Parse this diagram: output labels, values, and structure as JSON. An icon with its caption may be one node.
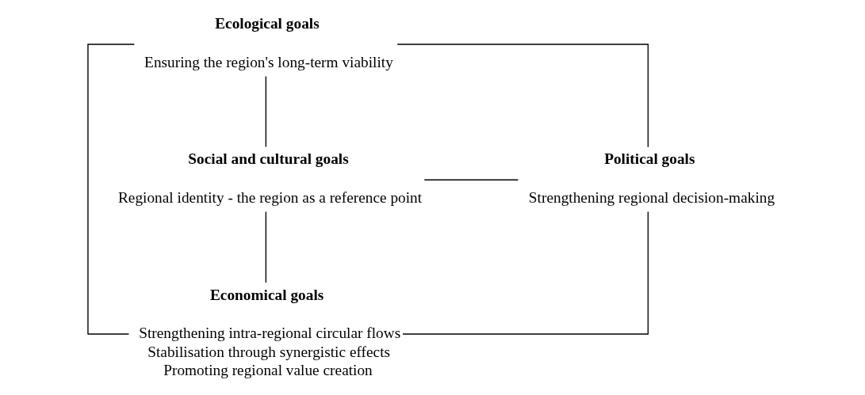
{
  "diagram": {
    "nodes": [
      {
        "text": [
          "Ecological goals",
          "Ensuring the region's long-term viability"
        ]
      },
      {
        "text": [
          "Social and cultural goals",
          "Regional identity - the region as a reference point"
        ]
      },
      {
        "text": [
          "Political goals",
          "Strengthening regional decision-making"
        ]
      },
      {
        "text": [
          "Economical goals",
          "Strengthening intra-regional circular flows",
          "Stabilisation through synergistic effects",
          "Promoting regional value creation"
        ]
      }
    ],
    "edges": [
      {
        "from": 1,
        "to": 0,
        "arrow": "none"
      },
      {
        "from": 0,
        "to": 2,
        "arrow": "none"
      },
      {
        "from": 2,
        "to": 3,
        "arrow": "none"
      },
      {
        "from": 3,
        "to": 1,
        "arrow": "none"
      },
      {
        "from": 0,
        "to": 3,
        "arrow": "none"
      },
      {
        "from": 1,
        "to": 2,
        "arrow": "none"
      }
    ]
  }
}
